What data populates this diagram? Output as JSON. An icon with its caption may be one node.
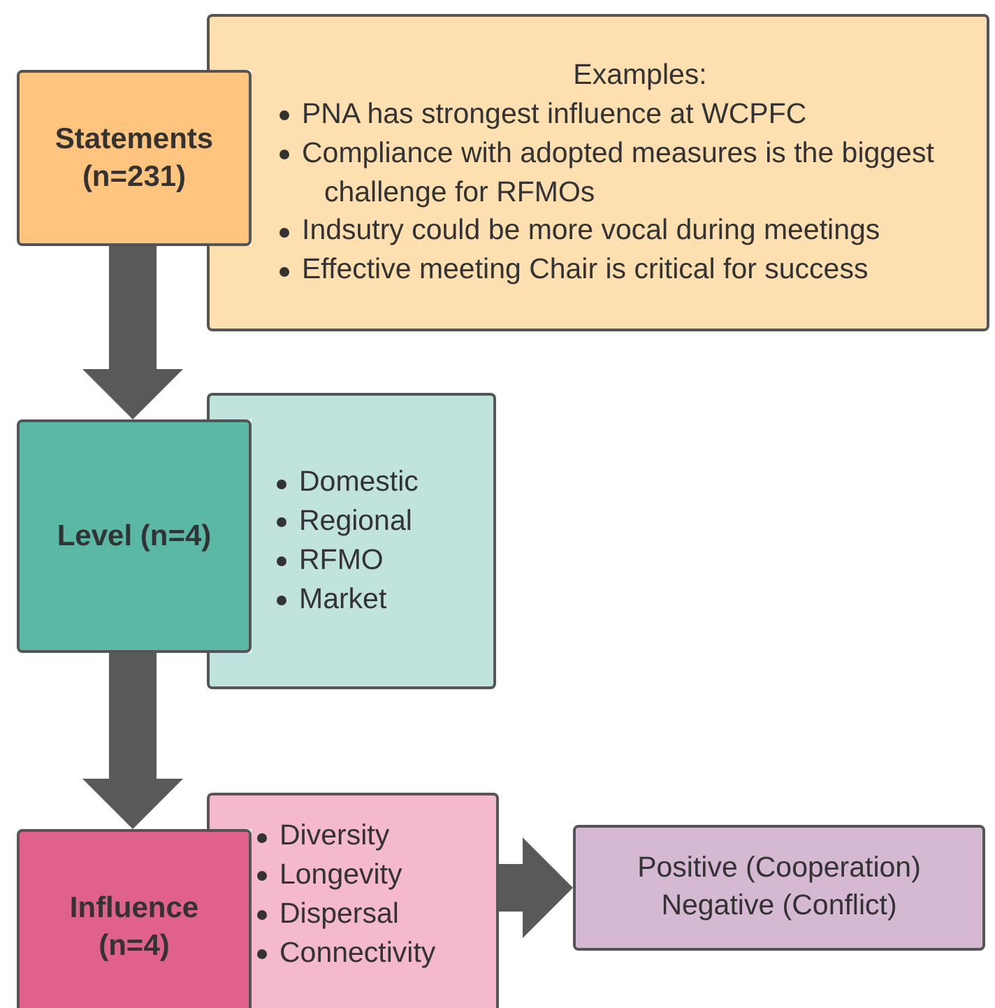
{
  "diagram": {
    "nodes": [
      {
        "text": [
          "Statements (n=231)"
        ]
      },
      {
        "text": [
          "Examples:",
          "PNA has strongest influence at WCPFC",
          "Compliance with adopted measures is the biggest challenge for RFMOs",
          "Indsutry could be more vocal during meetings",
          "Effective meeting Chair is critical for success"
        ]
      },
      {
        "text": [
          "Level (n=4)"
        ]
      },
      {
        "text": [
          "Domestic",
          "Regional",
          "RFMO",
          "Market"
        ]
      },
      {
        "text": [
          "Influence (n=4)"
        ]
      },
      {
        "text": [
          "Diversity",
          "Longevity",
          "Dispersal",
          "Connectivity"
        ]
      },
      {
        "text": [
          "Positive (Cooperation)",
          "Negative (Conflict)"
        ]
      }
    ],
    "edges": [
      {
        "from": 0,
        "to": 2,
        "arrow": "to"
      },
      {
        "from": 2,
        "to": 4,
        "arrow": "to"
      },
      {
        "from": 5,
        "to": 6,
        "arrow": "to"
      }
    ]
  }
}
